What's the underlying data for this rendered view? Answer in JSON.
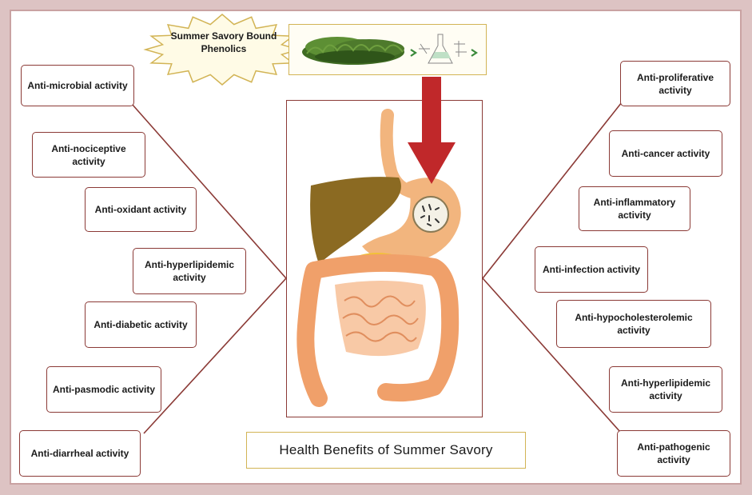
{
  "header": {
    "starburst_label": "Summer Savory Bound Phenolics"
  },
  "left_activities": [
    "Anti-microbial activity",
    "Anti-nociceptive activity",
    "Anti-oxidant activity",
    "Anti-hyperlipidemic activity",
    "Anti-diabetic activity",
    "Anti-pasmodic activity",
    "Anti-diarrheal activity"
  ],
  "right_activities": [
    "Anti-proliferative activity",
    "Anti-cancer activity",
    "Anti-inflammatory activity",
    "Anti-infection activity",
    "Anti-hypocholesterolemic activity",
    "Anti-hyperlipidemic activity",
    "Anti-pathogenic activity"
  ],
  "title": "Health Benefits of Summer Savory",
  "colors": {
    "box_border": "#8b3a36",
    "gold_border": "#d2b455",
    "arrow": "#c0282a",
    "liver": "#8b6a22",
    "stomach": "#f2b57e",
    "intestine": "#f0a06a",
    "pancreas": "#f2c232",
    "herb": "#4e7a2c"
  }
}
